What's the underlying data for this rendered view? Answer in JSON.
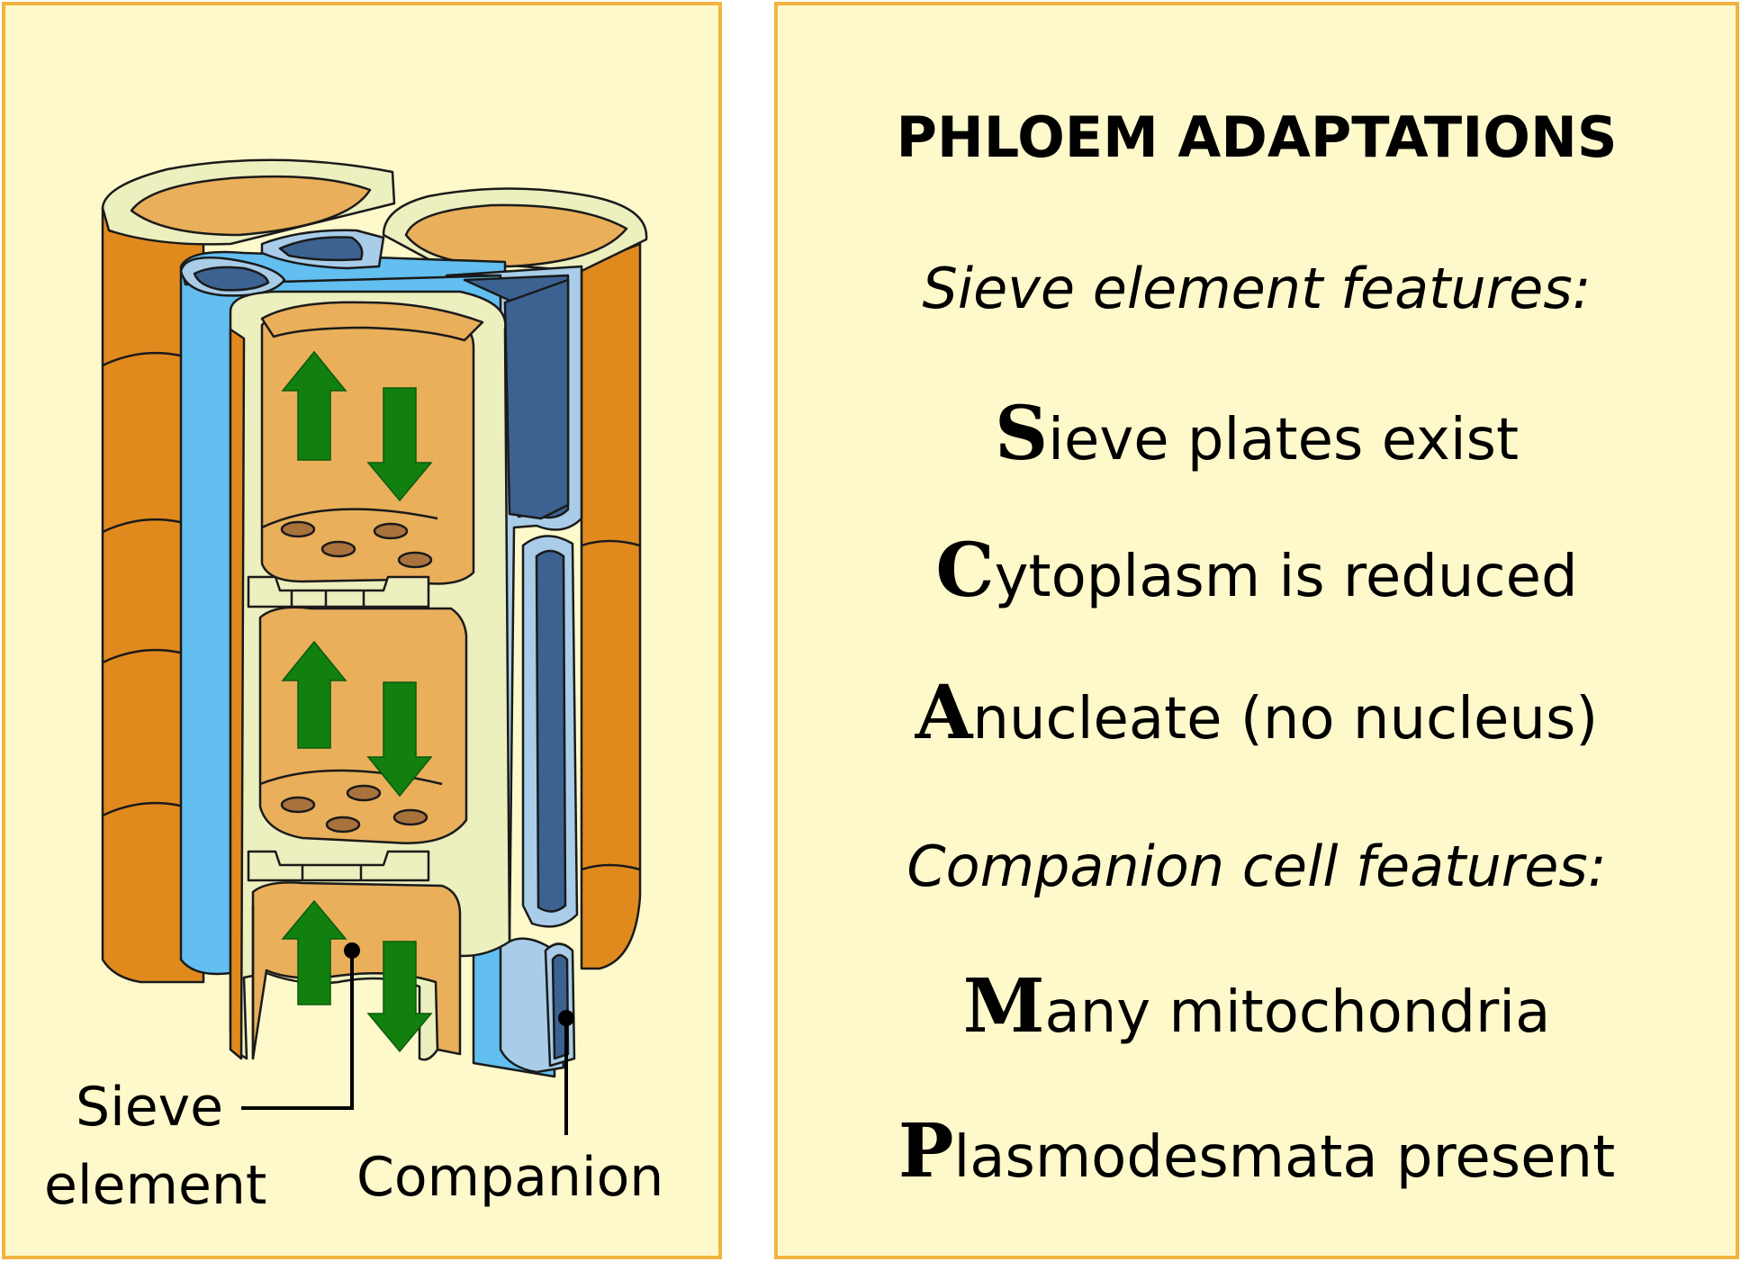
{
  "diagram": {
    "labels": {
      "sieve_line1": "Sieve",
      "sieve_line2": "element",
      "companion": "Companion"
    }
  },
  "panel": {
    "title": "PHLOEM ADAPTATIONS",
    "sieve_heading": "Sieve element features:",
    "sieve_features": [
      {
        "initial": "S",
        "rest": "ieve plates exist"
      },
      {
        "initial": "C",
        "rest": "ytoplasm is reduced"
      },
      {
        "initial": "A",
        "rest": "nucleate (no nucleus)"
      }
    ],
    "companion_heading": "Companion cell features:",
    "companion_features": [
      {
        "initial": "M",
        "rest": "any mitochondria"
      },
      {
        "initial": "P",
        "rest": "lasmodesmata present"
      }
    ]
  },
  "colors": {
    "panel_bg": "#fef9cb",
    "panel_border": "#f2b441",
    "parenchyma_orange": "#e08a1e",
    "sieve_tan": "#e9af5b",
    "cell_wall_cream": "#ecefbe",
    "companion_light_blue": "#62bff0",
    "companion_dark_blue": "#3c6291",
    "arrow_green": "#11800f"
  }
}
